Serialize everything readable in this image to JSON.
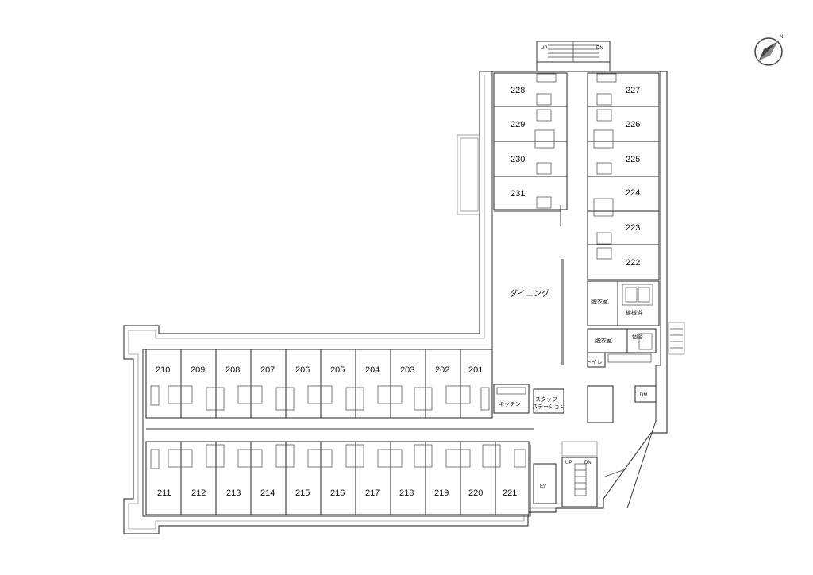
{
  "rooms_top_left_wing": [
    "210",
    "209",
    "208",
    "207",
    "206",
    "205",
    "204",
    "203",
    "202",
    "201"
  ],
  "rooms_bottom_left_wing": [
    "211",
    "212",
    "213",
    "214",
    "215",
    "216",
    "217",
    "218",
    "219",
    "220",
    "221"
  ],
  "rooms_right_wing_west": [
    "228",
    "229",
    "230",
    "231"
  ],
  "rooms_right_wing_east": [
    "227",
    "226",
    "225",
    "224",
    "223",
    "222"
  ],
  "labels": {
    "dining": "ダイニング",
    "kitchen": "キッチン",
    "staff_station_line1": "スタッフ",
    "staff_station_line2": "ステーション",
    "dressing_room_1": "脱衣室",
    "dressing_room_2": "脱衣室",
    "machine_bath": "機械浴",
    "private_bath": "個浴",
    "toilet": "トイレ",
    "dm": "DM",
    "ev": "EV",
    "stair_top_up": "UP",
    "stair_top_dn": "DN",
    "stair_bottom_up": "UP",
    "stair_bottom_dn": "DN",
    "north": "N"
  },
  "colors": {
    "line": "#333333",
    "background": "#ffffff",
    "compass": "#444444"
  }
}
